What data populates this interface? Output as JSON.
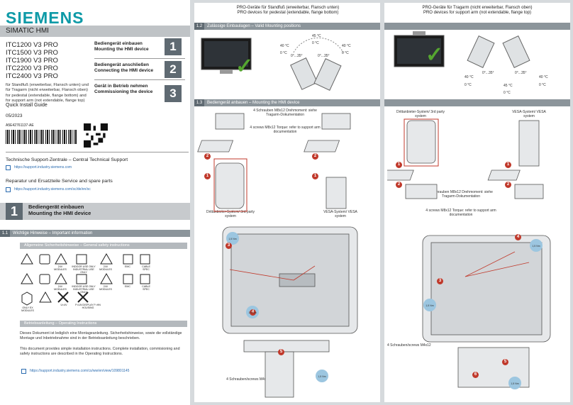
{
  "brand": "SIEMENS",
  "product_title": "SIMATIC HMI",
  "models": [
    "ITC1200 V3 PRO",
    "ITC1500 V3 PRO",
    "ITC1900 V3 PRO",
    "ITC2200 V3 PRO",
    "ITC2400 V3 PRO"
  ],
  "variant_de": "für Standfuß (erweiterbar, Flansch unten) und für Tragarm (nicht erweiterbar, Flansch oben)",
  "variant_en": "for pedestal (extendable, flange bottom) and for support arm (not extendable, flange top)",
  "doc_type": "Quick Install Guide",
  "date": "05/2023",
  "article_number": "A5E42761137-AE",
  "steps": [
    {
      "num": "1",
      "de": "Bediengerät einbauen",
      "en": "Mounting the HMI device"
    },
    {
      "num": "2",
      "de": "Bediengerät anschließen",
      "en": "Connecting the HMI device"
    },
    {
      "num": "3",
      "de": "Gerät in Betrieb nehmen",
      "en": "Commissioning the device"
    }
  ],
  "support": {
    "title": "Technische Support-Zentrale – Central Technical Support",
    "link": "https://support.industry.siemens.com"
  },
  "spare": {
    "title": "Reparatur und Ersatzteile  Service and spare parts",
    "link": "https://support.industry.siemens.com/sc/de/en/sc"
  },
  "section1": {
    "num": "1",
    "de": "Bediengerät einbauen",
    "en": "Mounting the HMI device"
  },
  "s11": {
    "num": "1.1",
    "title": "Wichtige Hinweise – Important information"
  },
  "safety_title": "Allgemeine Sicherheitshinweise – General safety instructions",
  "warn_labels": {
    "row1": [
      "",
      "",
      "24V MODULES",
      "INDOOR USE ONLY INDUSTRIAL USE ONLY",
      "24V MODULES",
      "EMC",
      "CABLE SPEC"
    ],
    "row2": [
      "",
      "",
      "24V MODULES",
      "INDOOR USE ONLY INDUSTRIAL USE ONLY",
      "24V MODULES",
      "EMC",
      "CABLE SPEC"
    ],
    "row3": [
      "ONLY EX MODULES",
      "",
      "U<4V",
      "F<UN DISPLAY F<HN HOUSING"
    ]
  },
  "operating_title": "Betriebsanleitung – Operating Instructions",
  "para_de": "Dieses Dokument ist lediglich eine Montageanleitung. Sicherheitshinweise, sowie die vollständige Montage und Inbetriebnahme sind in der Betriebsanleitung beschrieben.",
  "para_en": "This document provides simple installation instructions. Complete installation, commisioning and safety instructions are described in the Operating Instructions.",
  "oi_link": "https://support.industry.siemens.com/cs/ww/en/view/109801145",
  "col2": {
    "title_de": "PRO-Geräte für Standfuß (erweiterbar, Flansch unten)",
    "title_en": "PRO devices for pedestal (extendable, flange bottom)"
  },
  "col3": {
    "title_de": "PRO-Geräte für Tragarm (nicht erweiterbar, Flansch oben)",
    "title_en": "PRO devices for support arm (not extendable, flange top)"
  },
  "s12": {
    "num": "1.2",
    "title": "Zulässige Einbaulagen – Valid Mounting positions"
  },
  "s13": {
    "num": "1.3",
    "title": "Bediengerät anbauen – Mounting the HMI device"
  },
  "temps": {
    "t40": "40 °C",
    "t45": "45 °C",
    "t0": "0 °C",
    "angle": "0°...35°"
  },
  "screws_m8": "4 Schrauben M8x12 Drehmoment: siehe Tragarm-Dokumentation",
  "screws_m8_en": "4 screws M8x12 Torque: refer to support arm documentation",
  "third_party": "Drittanbieter-System/ 3rd party system",
  "vesa": "VESA-System/ VESA system",
  "screws_m4": "4 Schrauben/screws M4x12",
  "torque": "1,5 Nm",
  "badges": [
    "1",
    "2",
    "3",
    "4",
    "5",
    "6"
  ]
}
